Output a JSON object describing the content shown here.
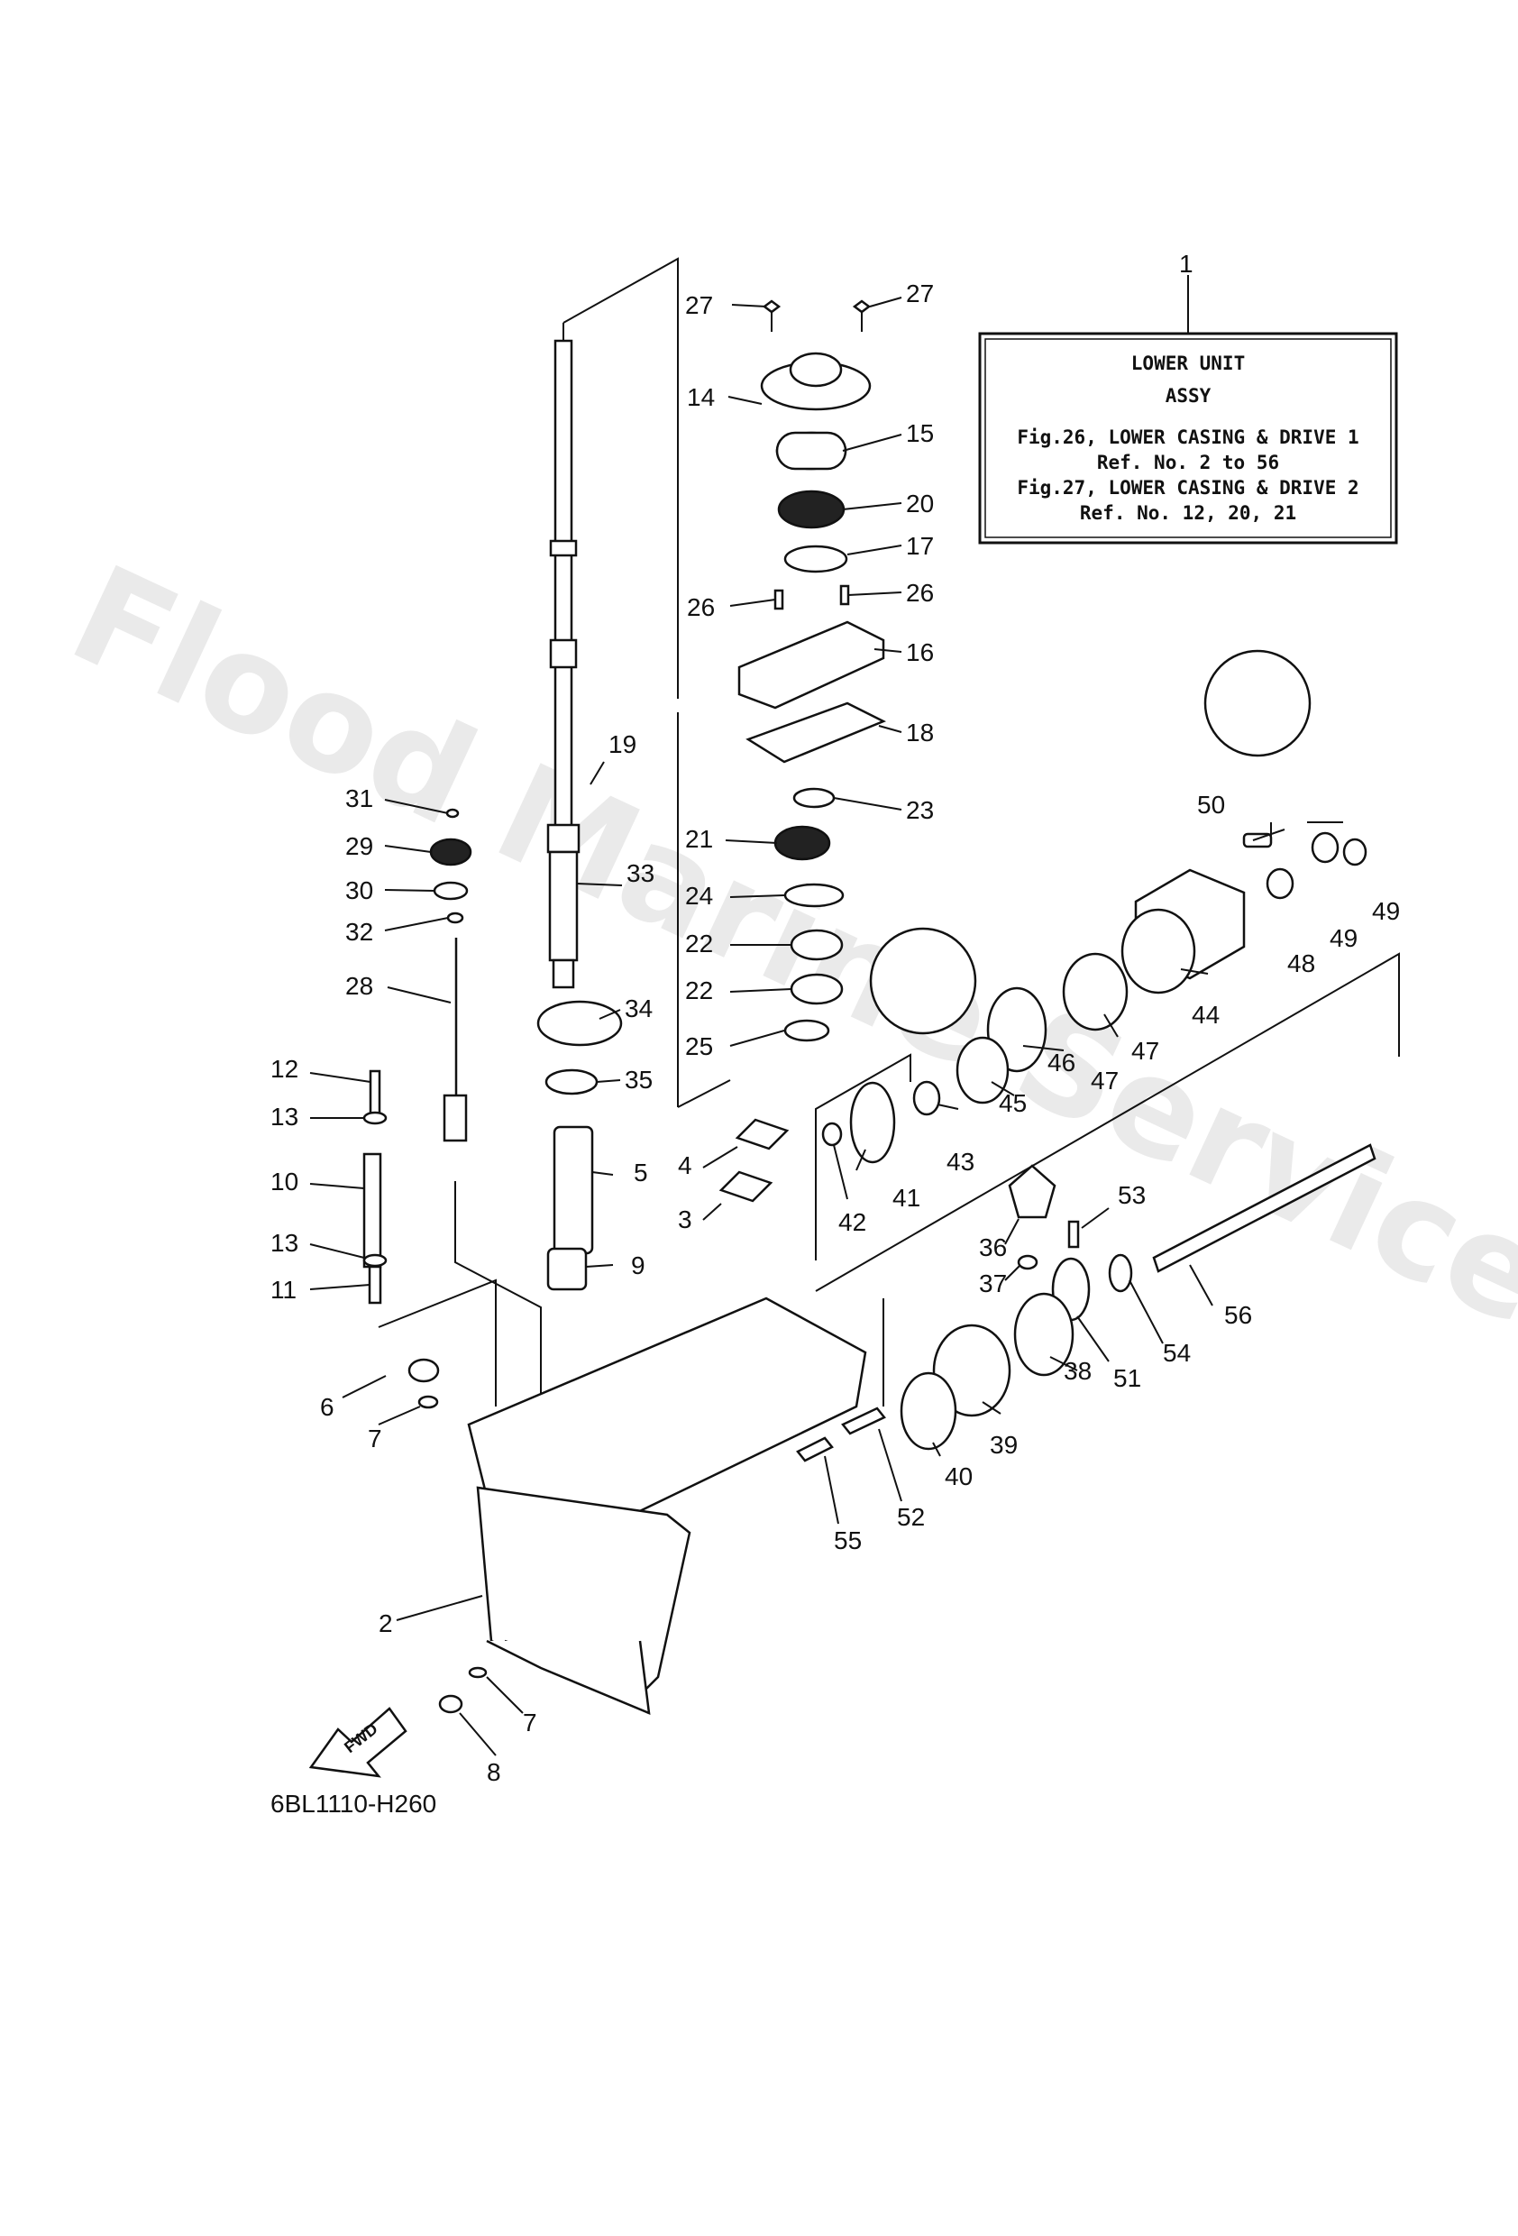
{
  "watermark": "Flood Marine Services",
  "drawing_code": "6BL1110-H260",
  "fwd_label": "FWD",
  "info_box": {
    "ref": "1",
    "line1": "LOWER UNIT",
    "line2": "ASSY",
    "line3": "Fig.26, LOWER CASING & DRIVE 1",
    "line4": "Ref. No. 2 to 56",
    "line5": "Fig.27, LOWER CASING & DRIVE 2",
    "line6": "Ref. No. 12, 20, 21"
  },
  "callouts": [
    "27",
    "27",
    "14",
    "15",
    "20",
    "17",
    "26",
    "26",
    "16",
    "18",
    "19",
    "31",
    "29",
    "30",
    "32",
    "33",
    "23",
    "21",
    "24",
    "22",
    "22",
    "25",
    "34",
    "35",
    "28",
    "12",
    "13",
    "10",
    "13",
    "11",
    "5",
    "4",
    "3",
    "9",
    "6",
    "7",
    "2",
    "7",
    "8",
    "50",
    "49",
    "49",
    "48",
    "44",
    "47",
    "47",
    "46",
    "45",
    "43",
    "42",
    "41",
    "53",
    "36",
    "37",
    "56",
    "54",
    "51",
    "38",
    "39",
    "40",
    "52",
    "55"
  ]
}
